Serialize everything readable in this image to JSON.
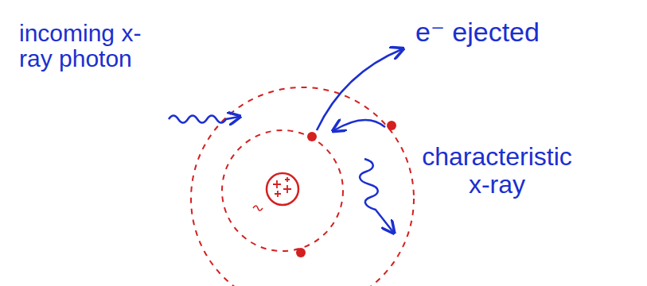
{
  "diagram": {
    "labels": [
      "incoming x-ray photon",
      "e⁻ ejected",
      "characteristic x-ray"
    ]
  }
}
